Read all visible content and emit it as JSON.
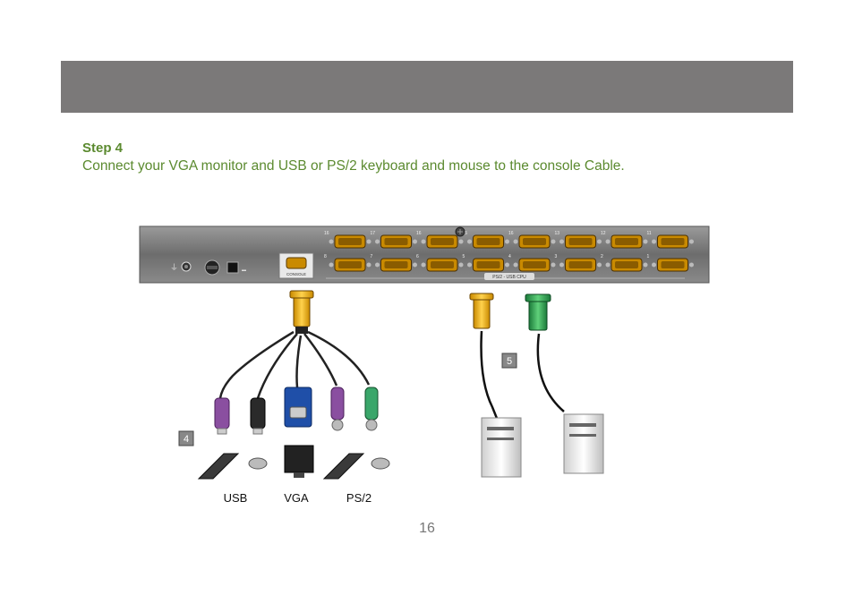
{
  "header": {
    "background": "#7b7979"
  },
  "step": {
    "title": "Step 4",
    "instruction": "Connect your VGA monitor and USB or PS/2 keyboard and mouse to the console Cable.",
    "text_color": "#5b8a2f"
  },
  "kvm": {
    "console_label": "CONSOLE",
    "cpu_badge_label": "PS/2 - USB  CPU",
    "top_port_numbers": [
      "16",
      "17",
      "16",
      "15",
      "16",
      "13",
      "12",
      "11"
    ],
    "bottom_port_numbers": [
      "8",
      "7",
      "6",
      "5",
      "4",
      "3",
      "2",
      "1"
    ]
  },
  "callouts": {
    "left": "4",
    "right": "5"
  },
  "labels": {
    "usb": "USB",
    "vga": "VGA",
    "ps2": "PS/2"
  },
  "page_number": "16"
}
